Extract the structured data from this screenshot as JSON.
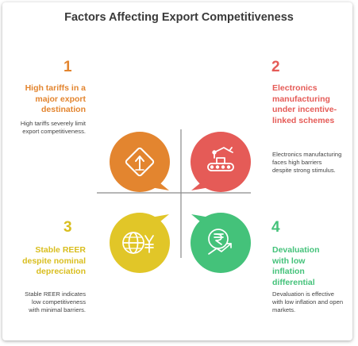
{
  "title": "Factors Affecting Export Competitiveness",
  "colors": {
    "orange": "#E3852F",
    "red": "#E55B57",
    "yellow": "#E1C628",
    "green": "#44C27A"
  },
  "factors": [
    {
      "number": "1",
      "heading": "High tariffs in a major export destination",
      "description": "High tariffs severely limit export competitiveness.",
      "icon": "road-sign-arrow-icon"
    },
    {
      "number": "2",
      "heading": "Electronics manufacturing under incentive-linked schemes",
      "description": "Electronics manufacturing faces high barriers despite strong stimulus.",
      "icon": "robot-arm-conveyor-icon"
    },
    {
      "number": "3",
      "heading": "Stable REER despite nominal depreciation",
      "description": "Stable REER indicates low competitiveness with minimal barriers.",
      "icon": "globe-yen-icon"
    },
    {
      "number": "4",
      "heading": "Devaluation with low inflation differential",
      "description": "Devaluation is effective with low inflation and open markets.",
      "icon": "rupee-growth-icon"
    }
  ]
}
